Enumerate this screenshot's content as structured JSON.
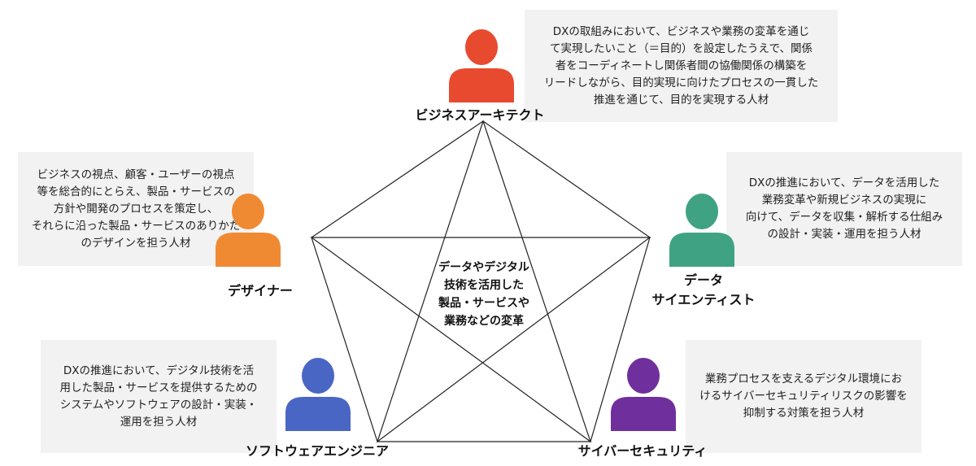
{
  "center_text": "データやデジタル\n技術を活用した\n製品・サービスや\n業務などの変革",
  "roles": {
    "business_architect": {
      "label": "ビジネスアーキテクト",
      "color": "#e84a2f",
      "description": "DXの取組みにおいて、ビジネスや業務の変革を通じ\nて実現したいこと（＝目的）を設定したうえで、関係\n者をコーディネートし関係者間の協働関係の構築を\nリードしながら、目的実現に向けたプロセスの一貫した\n推進を通じて、目的を実現する人材"
    },
    "designer": {
      "label": "デザイナー",
      "color": "#f08a32",
      "description": "ビジネスの視点、顧客・ユーザーの視点\n等を総合的にとらえ、製品・サービスの\n方針や開発のプロセスを策定し、\nそれらに沿った製品・サービスのありかた\nのデザインを担う人材"
    },
    "data_scientist": {
      "label": "データ\nサイエンティスト",
      "color": "#3fa383",
      "description": "DXの推進において、データを活用した\n業務変革や新規ビジネスの実現に\n向けて、データを収集・解析する仕組み\nの設計・実装・運用を担う人材"
    },
    "software_engineer": {
      "label": "ソフトウェアエンジニア",
      "color": "#4a66c4",
      "description": "DXの推進において、デジタル技術を活\n用した製品・サービスを提供するための\nシステムやソフトウェアの設計・実装・\n運用を担う人材"
    },
    "cybersecurity": {
      "label": "サイバーセキュリティ",
      "color": "#6f2f9c",
      "description": "業務プロセスを支えるデジタル環境にお\nけるサイバーセキュリティリスクの影響を\n抑制する対策を担う人材"
    }
  }
}
